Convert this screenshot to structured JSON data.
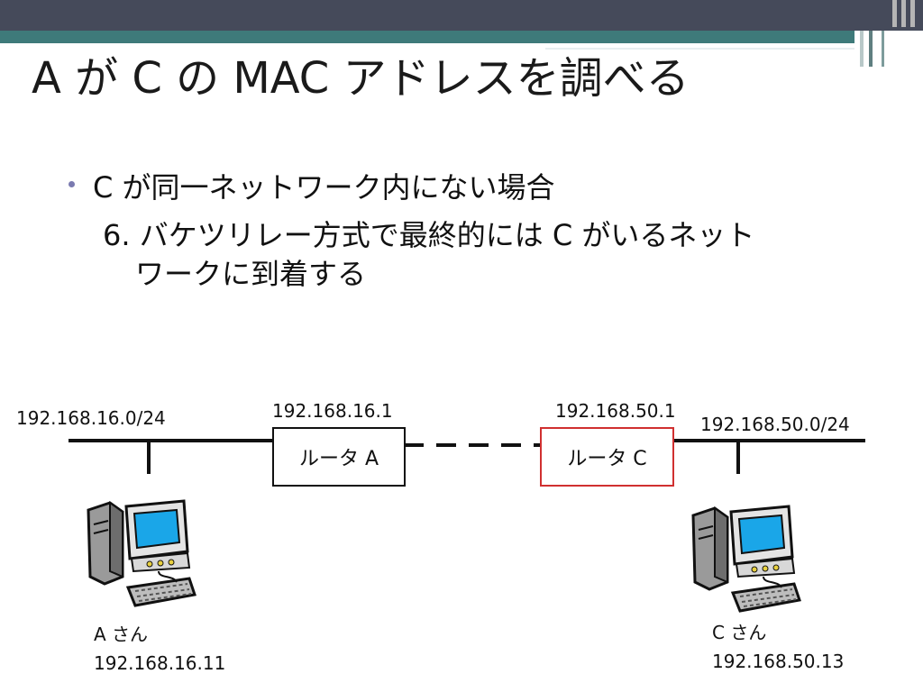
{
  "slide": {
    "title": "A が C の MAC アドレスを調べる",
    "bullet": "C が同一ネットワーク内にない場合",
    "step_line1": "6. バケツリレー方式で最終的には C がいるネット",
    "step_line2": "ワークに到着する"
  },
  "diagram": {
    "network_left": "192.168.16.0/24",
    "network_right": "192.168.50.0/24",
    "router_a": {
      "label": "ルータ A",
      "ip": "192.168.16.1"
    },
    "router_c": {
      "label": "ルータ C",
      "ip": "192.168.50.1"
    },
    "host_a": {
      "name": "A  さん",
      "ip": "192.168.16.11"
    },
    "host_c": {
      "name": "C さん",
      "ip": "192.168.50.13"
    }
  },
  "colors": {
    "header": "#454a5a",
    "accent_teal": "#3e7a7a",
    "router_c_border": "#d03030",
    "bullet": "#7a7ab0"
  },
  "icons": [
    "computer-icon"
  ]
}
